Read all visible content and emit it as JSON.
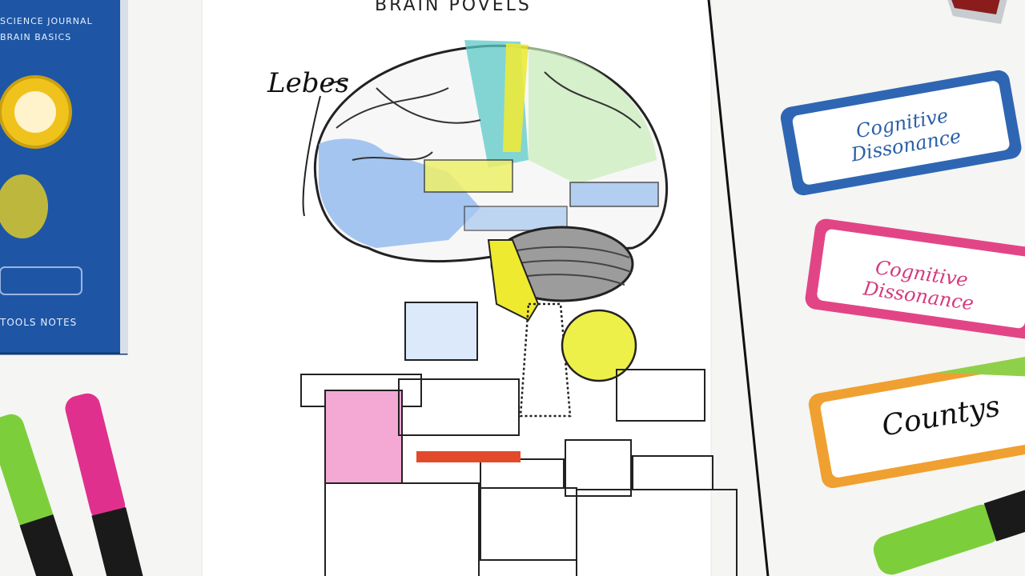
{
  "page": {
    "title": "BRAIN POVELS",
    "lobes_label": "Lebes"
  },
  "cards": [
    {
      "text": "Cognitive Dissonance"
    },
    {
      "text": "Cognitive Dissonance"
    },
    {
      "text": "Countys"
    }
  ],
  "book": {
    "title_line_1": "SCIENCE JOURNAL",
    "title_line_2": "BRAIN BASICS",
    "footer": "TOOLS NOTES"
  },
  "colors": {
    "book_blue": "#1f57a6",
    "marker_green": "#7ccf3b",
    "marker_pink": "#e0308d",
    "card_blue": "#2f66b3",
    "card_pink": "#e24585",
    "card_orange": "#f0a030",
    "highlight_yellow": "#f2ee3a",
    "highlight_teal": "#54c6c8"
  }
}
